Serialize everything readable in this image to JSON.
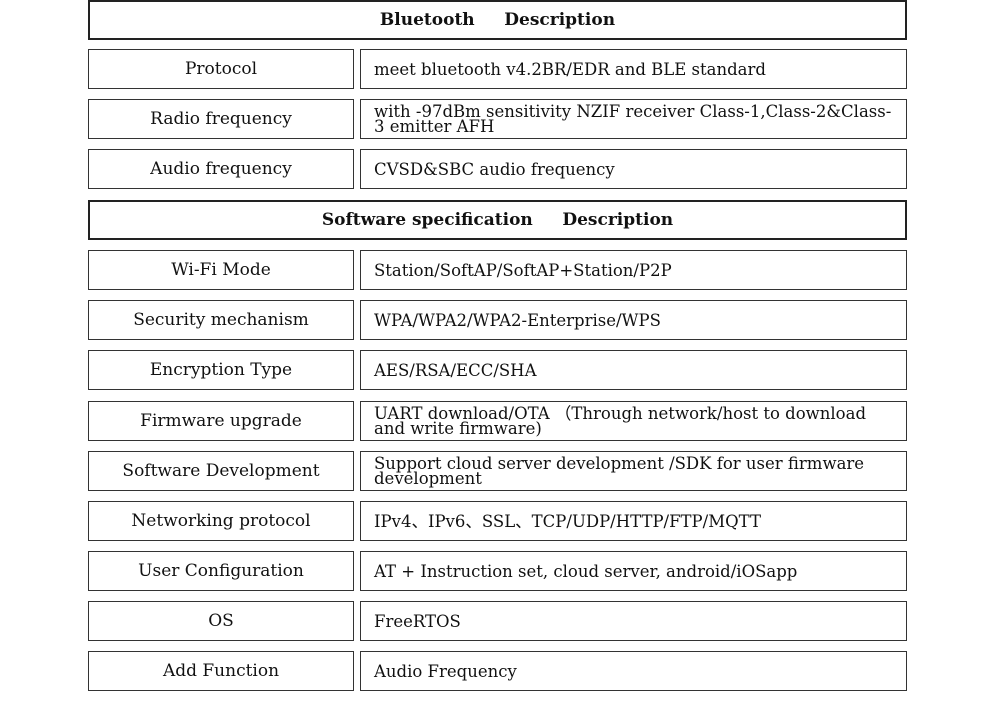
{
  "bluetooth": {
    "header": "Bluetooth     Description",
    "rows": [
      {
        "label": "Protocol",
        "value": "meet bluetooth v4.2BR/EDR and BLE standard"
      },
      {
        "label": "Radio frequency",
        "value": "with -97dBm sensitivity NZIF receiver Class-1,Class-2&Class-3 emitter AFH"
      },
      {
        "label": "Audio frequency",
        "value": "CVSD&SBC audio frequency"
      }
    ]
  },
  "software": {
    "header": "Software specification     Description",
    "rows": [
      {
        "label": "Wi-Fi Mode",
        "value": "Station/SoftAP/SoftAP+Station/P2P"
      },
      {
        "label": "Security mechanism",
        "value": "WPA/WPA2/WPA2-Enterprise/WPS"
      },
      {
        "label": "Encryption Type",
        "value": "AES/RSA/ECC/SHA"
      },
      {
        "label": "Firmware upgrade",
        "value": "UART download/OTA （Through network/host to download and write firmware)"
      },
      {
        "label": "Software Development",
        "value": "Support cloud server development /SDK for user firmware development"
      },
      {
        "label": "Networking protocol",
        "value": "IPv4、IPv6、SSL、TCP/UDP/HTTP/FTP/MQTT"
      },
      {
        "label": "User Configuration",
        "value": "AT + Instruction set, cloud server, android/iOSapp"
      },
      {
        "label": "OS",
        "value": "FreeRTOS"
      },
      {
        "label": "Add Function",
        "value": "Audio Frequency"
      }
    ]
  }
}
